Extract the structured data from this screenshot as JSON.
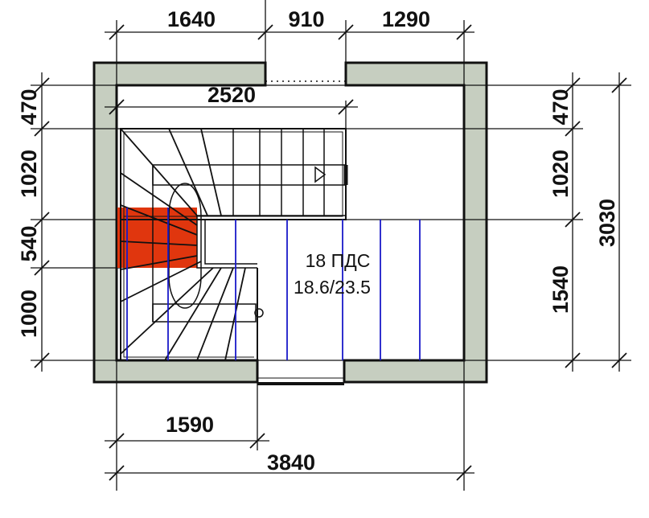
{
  "colors": {
    "wall": "#c6cec0",
    "stair_highlight": "#e0360e",
    "guide_lines": "#1a1ac8",
    "ink": "#111111"
  },
  "dimensions": {
    "top": [
      "1640",
      "910",
      "1290"
    ],
    "inner_top": "2520",
    "left": [
      "470",
      "1020",
      "540",
      "1000"
    ],
    "right": [
      "470",
      "1020",
      "1540"
    ],
    "right_total": "3030",
    "bottom_partial": "1590",
    "bottom_total": "3840"
  },
  "room_label": {
    "line1": "18 ПДС",
    "line2": "18.6/23.5"
  }
}
